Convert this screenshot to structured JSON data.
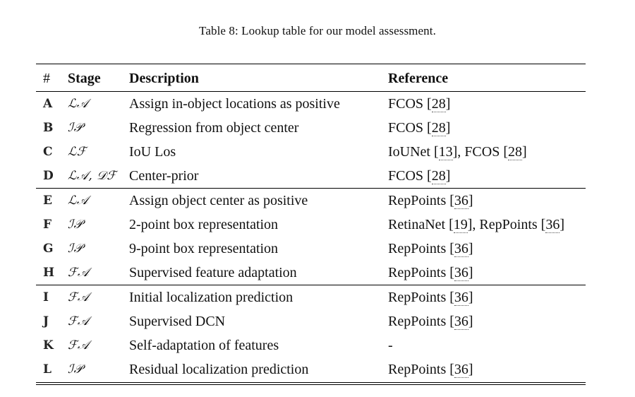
{
  "caption": "Table 8: Lookup table for our model assessment.",
  "headers": {
    "num": "#",
    "stage": "Stage",
    "description": "Description",
    "reference": "Reference"
  },
  "rows": [
    {
      "id": "A",
      "stage": "ℒ𝒜",
      "description": "Assign in-object locations as positive",
      "ref": [
        {
          "text": "FCOS [",
          "cite": "28",
          "after": "]"
        }
      ]
    },
    {
      "id": "B",
      "stage": "ℐ𝒫",
      "description": "Regression from object center",
      "ref": [
        {
          "text": "FCOS [",
          "cite": "28",
          "after": "]"
        }
      ]
    },
    {
      "id": "C",
      "stage": "ℒℱ",
      "description": "IoU Los",
      "ref": [
        {
          "text": "IoUNet [",
          "cite": "13",
          "after": "], "
        },
        {
          "text": "FCOS [",
          "cite": "28",
          "after": "]"
        }
      ]
    },
    {
      "id": "D",
      "stage": "ℒ𝒜, 𝒟ℱ",
      "description": "Center-prior",
      "ref": [
        {
          "text": "FCOS [",
          "cite": "28",
          "after": "]"
        }
      ]
    },
    {
      "id": "E",
      "stage": "ℒ𝒜",
      "description": "Assign object center as positive",
      "ref": [
        {
          "text": "RepPoints [",
          "cite": "36",
          "after": "]"
        }
      ]
    },
    {
      "id": "F",
      "stage": "ℐ𝒫",
      "description": "2-point box representation",
      "ref": [
        {
          "text": "RetinaNet [",
          "cite": "19",
          "after": "], "
        },
        {
          "text": "RepPoints [",
          "cite": "36",
          "after": "]"
        }
      ]
    },
    {
      "id": "G",
      "stage": "ℐ𝒫",
      "description": "9-point box representation",
      "ref": [
        {
          "text": "RepPoints [",
          "cite": "36",
          "after": "]"
        }
      ]
    },
    {
      "id": "H",
      "stage": "ℱ𝒜",
      "description": "Supervised feature adaptation",
      "ref": [
        {
          "text": "RepPoints [",
          "cite": "36",
          "after": "]"
        }
      ]
    },
    {
      "id": "I",
      "stage": "ℱ𝒜",
      "description": "Initial localization prediction",
      "ref": [
        {
          "text": "RepPoints [",
          "cite": "36",
          "after": "]"
        }
      ]
    },
    {
      "id": "J",
      "stage": "ℱ𝒜",
      "description": "Supervised DCN",
      "ref": [
        {
          "text": "RepPoints [",
          "cite": "36",
          "after": "]"
        }
      ]
    },
    {
      "id": "K",
      "stage": "ℱ𝒜",
      "description": "Self-adaptation of features",
      "ref": [
        {
          "text": "-",
          "cite": "",
          "after": ""
        }
      ]
    },
    {
      "id": "L",
      "stage": "ℐ𝒫",
      "description": "Residual localization prediction",
      "ref": [
        {
          "text": "RepPoints [",
          "cite": "36",
          "after": "]"
        }
      ]
    }
  ]
}
